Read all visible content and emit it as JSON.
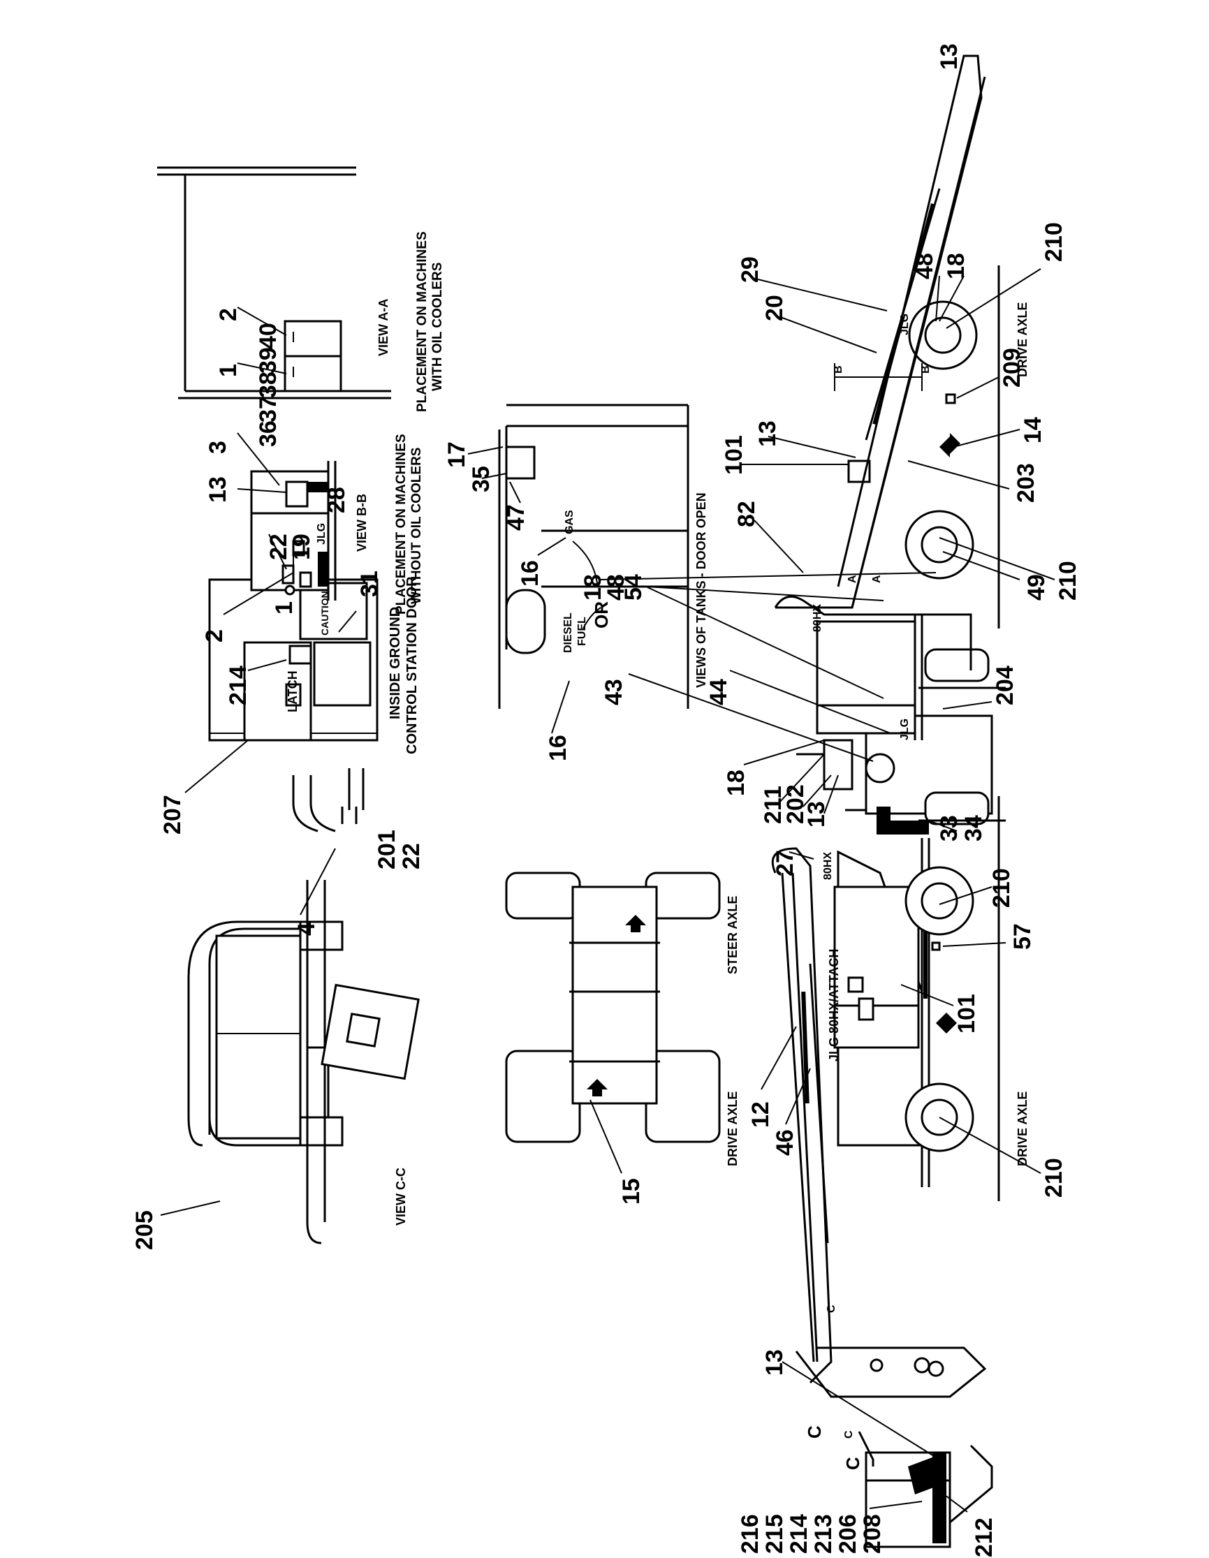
{
  "captions": {
    "view_cc": "VIEW C-C",
    "inside_ground_1": "INSIDE GROUND",
    "inside_ground_2": "CONTROL STATION DOOR",
    "latch": "LATCH",
    "caution": "CAUTION",
    "view_bb": "VIEW B-B",
    "placement_without_1": "PLACEMENT ON MACHINES",
    "placement_without_2": "WITHOUT OIL COOLERS",
    "view_aa": "VIEW A-A",
    "placement_with_1": "PLACEMENT ON MACHINES",
    "placement_with_2": "WITH OIL COOLERS",
    "drive_axle_top": "DRIVE AXLE",
    "steer_axle": "STEER AXLE",
    "views_tanks": "VIEWS OF TANKS - DOOR OPEN",
    "diesel": "DIESEL",
    "fuel": "FUEL",
    "gas": "GAS",
    "or": "OR",
    "drive_axle_bottom": "DRIVE AXLE",
    "drive_axle_right": "DRIVE AXLE",
    "boom_brand": "JLG 80HX/ATTACH",
    "brand": "JLG",
    "model_80hx": "80HX",
    "section_c1": "C",
    "section_c2": "C",
    "section_a1": "A",
    "section_a2": "A",
    "section_b1": "B",
    "section_b2": "B"
  },
  "callouts": {
    "c205": "205",
    "c201": "201",
    "c22a": "22",
    "c207": "207",
    "c214a": "214",
    "c31": "31",
    "c4": "4",
    "c2a": "2",
    "c13a": "13",
    "c3": "3",
    "c36": "36",
    "c37": "37",
    "c38": "38",
    "c39": "39",
    "c40": "40",
    "c28": "28",
    "c1a": "1",
    "c22b": "22",
    "c19": "19",
    "c1b": "1",
    "c2b": "2",
    "c15": "15",
    "c16a": "16",
    "c16b": "16",
    "c35": "35",
    "c47": "47",
    "c17": "17",
    "c12": "12",
    "c46": "46",
    "c27": "27",
    "c101a": "101",
    "c57": "57",
    "c210a": "210",
    "c210b": "210",
    "c33": "33",
    "c34": "34",
    "c13b": "13",
    "c202": "202",
    "c211": "211",
    "c18a": "18",
    "c43": "43",
    "c44": "44",
    "c204": "204",
    "c54": "54",
    "c48a": "48",
    "c18b": "18",
    "c49": "49",
    "c210c": "210",
    "c82": "82",
    "c101b": "101",
    "c13c": "13",
    "c203": "203",
    "c14": "14",
    "c209": "209",
    "c20": "20",
    "c29": "29",
    "c48b": "48",
    "c18c": "18",
    "c210d": "210",
    "c13d": "13",
    "c216": "216",
    "c215": "215",
    "c214b": "214",
    "c213": "213",
    "c206": "206",
    "c208": "208",
    "c212": "212",
    "c13e": "13",
    "cC1": "C",
    "cC2": "C"
  }
}
